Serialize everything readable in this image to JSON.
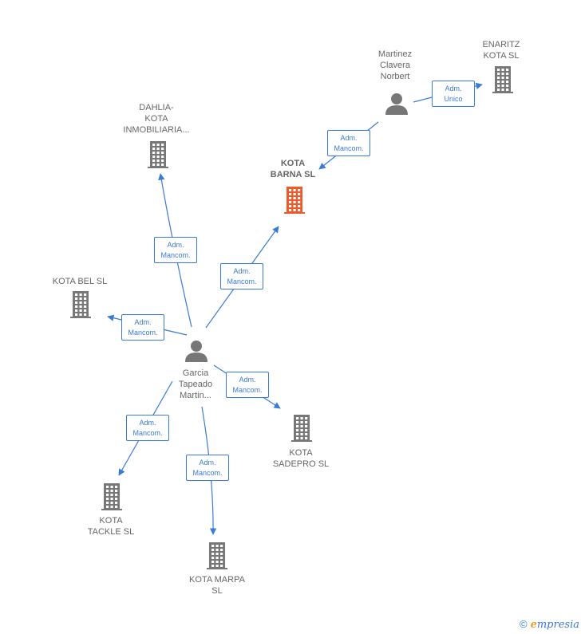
{
  "colors": {
    "edge": "#3a7bd5",
    "building": "#777777",
    "building_center": "#f05a2a",
    "person": "#777777"
  },
  "nodes": [
    {
      "id": "kota-barna",
      "type": "company",
      "center": true,
      "label": "KOTA\nBARNA  SL"
    },
    {
      "id": "martinez",
      "type": "person",
      "label": "Martinez\nClavera\nNorbert"
    },
    {
      "id": "enaritz",
      "type": "company",
      "label": "ENARITZ\nKOTA  SL"
    },
    {
      "id": "dahlia",
      "type": "company",
      "label": "DAHLIA-\nKOTA\nINMOBILIARIA..."
    },
    {
      "id": "kota-bel",
      "type": "company",
      "label": "KOTA BEL  SL"
    },
    {
      "id": "garcia",
      "type": "person",
      "label": "Garcia\nTapeado\nMartin..."
    },
    {
      "id": "sadepro",
      "type": "company",
      "label": "KOTA\nSADEPRO  SL"
    },
    {
      "id": "tackle",
      "type": "company",
      "label": "KOTA\nTACKLE  SL"
    },
    {
      "id": "marpa",
      "type": "company",
      "label": "KOTA MARPA\nSL"
    }
  ],
  "edges": [
    {
      "from": "martinez",
      "to": "kota-barna",
      "label": [
        "Adm.",
        "Mancom."
      ]
    },
    {
      "from": "martinez",
      "to": "enaritz",
      "label": [
        "Adm.",
        "Unico"
      ]
    },
    {
      "from": "garcia",
      "to": "dahlia",
      "label": [
        "Adm.",
        "Mancom."
      ]
    },
    {
      "from": "garcia",
      "to": "kota-barna",
      "label": [
        "Adm.",
        "Mancom."
      ]
    },
    {
      "from": "garcia",
      "to": "kota-bel",
      "label": [
        "Adm.",
        "Mancom."
      ]
    },
    {
      "from": "garcia",
      "to": "sadepro",
      "label": [
        "Adm.",
        "Mancom."
      ]
    },
    {
      "from": "garcia",
      "to": "tackle",
      "label": [
        "Adm.",
        "Mancom."
      ]
    },
    {
      "from": "garcia",
      "to": "marpa",
      "label": [
        "Adm.",
        "Mancom."
      ]
    }
  ],
  "footer": {
    "copyright": "©",
    "brand_first": "e",
    "brand_rest": "mpresia"
  }
}
